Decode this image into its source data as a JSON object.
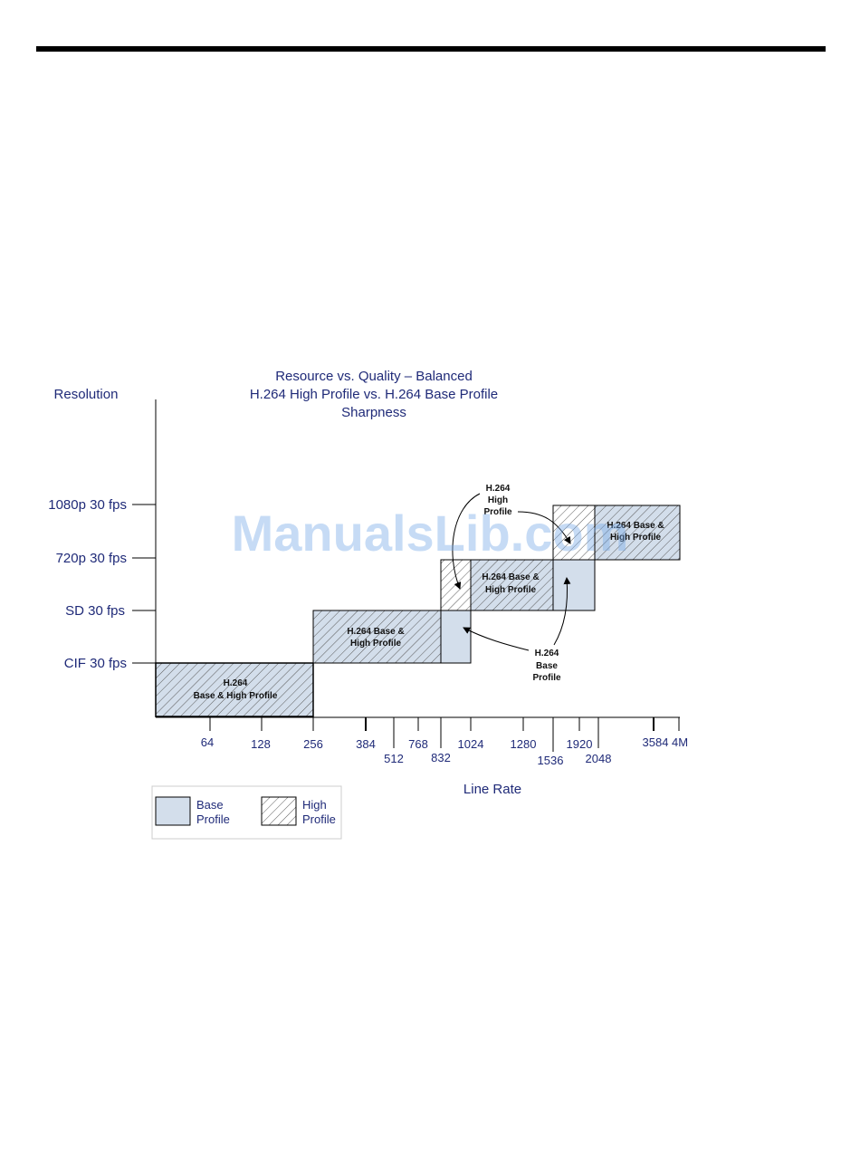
{
  "title_lines": [
    "Resource vs. Quality – Balanced",
    "H.264 High Profile vs. H.264  Base Profile",
    "Sharpness"
  ],
  "y_axis_label": "Resolution",
  "x_axis_label": "Line Rate",
  "y_levels": [
    "CIF 30 fps",
    "SD 30 fps",
    "720p 30 fps",
    "1080p 30 fps"
  ],
  "x_ticks_upper": [
    "64",
    "128",
    "256",
    "384",
    "768",
    "1024",
    "1280",
    "1920",
    "3584",
    "4M"
  ],
  "x_ticks_lower": [
    "512",
    "832",
    "1536",
    "2048"
  ],
  "block_labels": {
    "cif": [
      "H.264",
      "Base & High Profile"
    ],
    "sd": [
      "H.264 Base &",
      "High Profile"
    ],
    "hd720": [
      "H.264 Base &",
      "High Profile"
    ],
    "hd1080": [
      "H.264 Base &",
      "High Profile"
    ]
  },
  "callouts": {
    "high": [
      "H.264",
      "High",
      "Profile"
    ],
    "base": [
      "H.264",
      "Base",
      "Profile"
    ]
  },
  "legend": {
    "base": [
      "Base",
      "Profile"
    ],
    "high": [
      "High",
      "Profile"
    ]
  },
  "colors": {
    "base_fill": "#d3deeb",
    "text_navy": "#1f2a78",
    "hatch": "#555555"
  },
  "watermark": "ManualsLib.com"
}
